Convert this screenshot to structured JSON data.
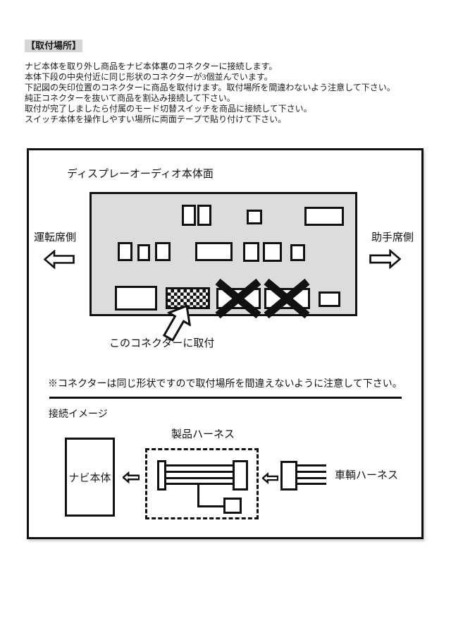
{
  "doc": {
    "header": "【取付場所】",
    "instructions": [
      "ナビ本体を取り外し商品をナビ本体裏のコネクターに接続します。",
      "本体下段の中央付近に同じ形状のコネクターが3個並んでいます。",
      "下記図の矢印位置のコネクターに商品を取付けます。取付場所を間違わないよう注意して下さい。",
      "純正コネクターを抜いて商品を割込み接続して下さい。",
      "取付が完了しましたら付属のモード切替スイッチを商品に接続して下さい。",
      "スイッチ本体を操作しやすい場所に両面テープで貼り付けて下さい。"
    ]
  },
  "figure": {
    "unit_face_title": "ディスプレーオーディオ本体面",
    "driver_side_label": "運転席側",
    "passenger_side_label": "助手席側",
    "attach_here_label": "このコネクターに取付",
    "caution_note": "※コネクターは同じ形状ですので取付場所を間違えないように注意して下さい。",
    "connection_section_title": "接続イメージ",
    "nav_unit_label": "ナビ本体",
    "product_harness_label": "製品ハーネス",
    "vehicle_harness_label": "車輌ハーネス"
  },
  "icons": {
    "driver_side_arrow": "left-block-arrow-icon",
    "passenger_side_arrow": "right-block-arrow-icon",
    "attach_pointer_arrow": "up-right-block-arrow-icon",
    "nav_connection_arrow": "left-block-arrow-icon",
    "vehicle_connection_arrow": "left-block-arrow-icon",
    "blocked_connector_mark": "x-mark-icon"
  },
  "colors": {
    "panel_gray": "#dcdcdc",
    "line_black": "#111111",
    "header_highlight_gray": "#d6d6d6"
  }
}
